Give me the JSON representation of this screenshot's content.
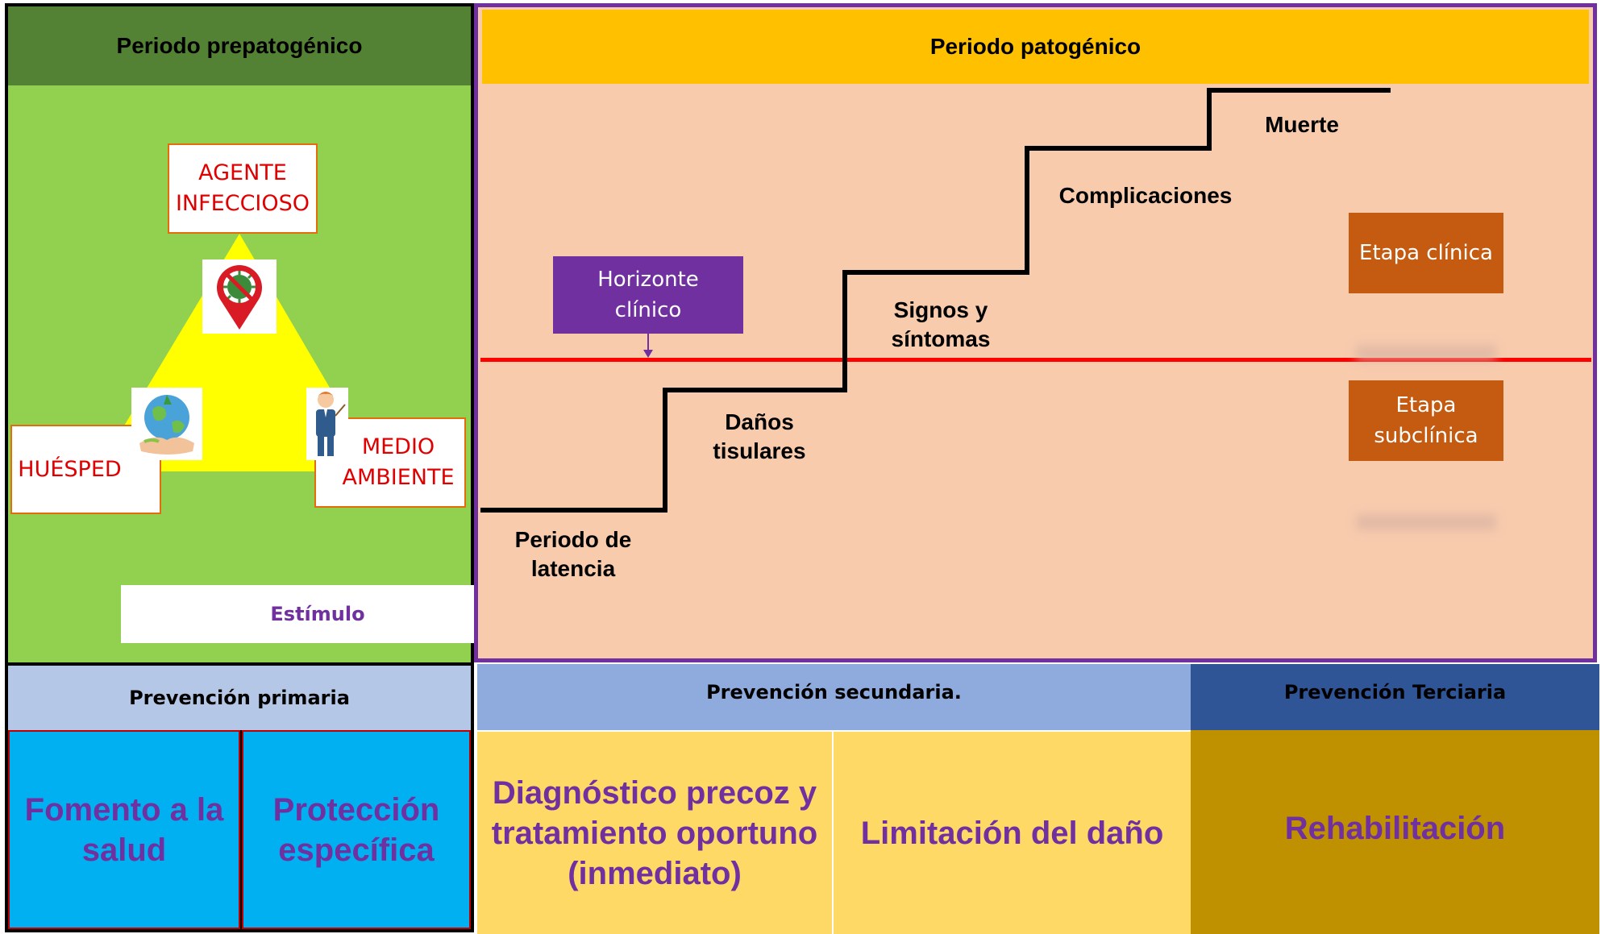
{
  "prepatogenic": {
    "title": "Periodo prepatogénico",
    "agente": "AGENTE INFECCIOSO",
    "huesped": "HUÉSPED",
    "medio": "MEDIO AMBIENTE",
    "estimulo": "Estímulo",
    "icons": [
      "virus-pin-icon",
      "earth-in-hand-icon",
      "teacher-person-icon"
    ]
  },
  "patogenic": {
    "title": "Periodo patogénico",
    "horizonte": "Horizonte clínico",
    "stages": {
      "latencia": "Periodo de latencia",
      "danos": "Daños tisulares",
      "signos": "Signos y síntomas",
      "complicaciones": "Complicaciones",
      "muerte": "Muerte"
    },
    "etapa_clinica": "Etapa clínica",
    "etapa_subclinica": "Etapa subclínica"
  },
  "prevention": {
    "primaria": {
      "title": "Prevención primaria",
      "items": [
        "Fomento a la salud",
        "Protección específica"
      ]
    },
    "secundaria": {
      "title": "Prevención secundaria.",
      "items": [
        "Diagnóstico precoz y tratamiento oportuno (inmediato)",
        "Limitación del daño"
      ]
    },
    "terciaria": {
      "title": "Prevención Terciaria",
      "items": [
        "Rehabilitación"
      ]
    }
  },
  "colors": {
    "prepatogenic_header": "#548235",
    "prepatogenic_body": "#92d050",
    "triangle": "#ffff00",
    "patogenic_header": "#ffc000",
    "patogenic_body": "#f8cbad",
    "patogenic_border": "#7030a0",
    "horizon_line": "#ff0000",
    "etapa": "#c55a11",
    "primaria_header": "#b4c7e7",
    "primaria_body": "#00b0f0",
    "secundaria_header": "#8faadc",
    "secundaria_body": "#ffd966",
    "terciaria_header": "#2f5597",
    "terciaria_body": "#bf9000",
    "text_purple": "#7030a0"
  }
}
